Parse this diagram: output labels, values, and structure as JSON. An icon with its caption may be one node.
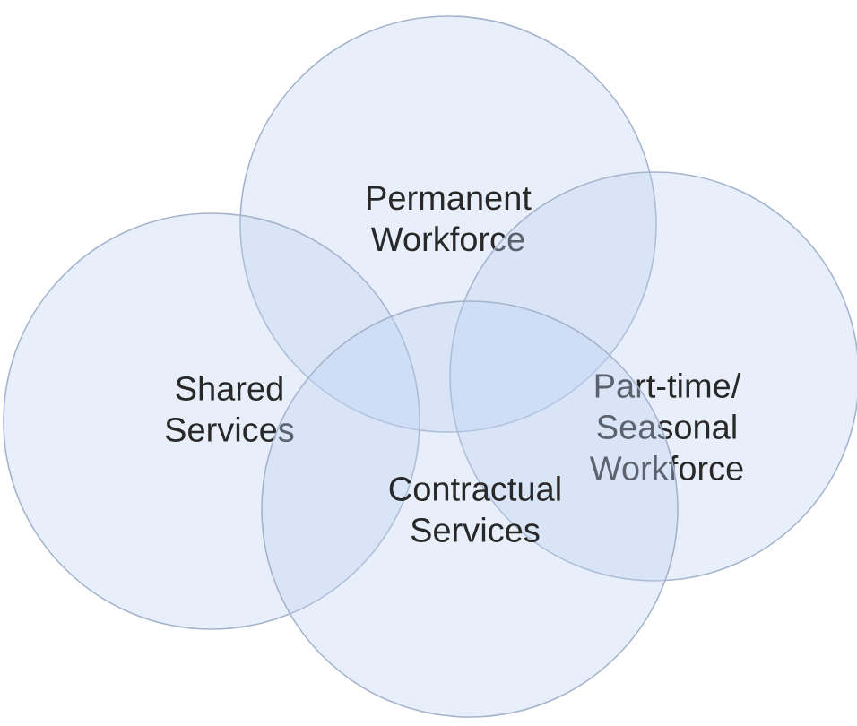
{
  "diagram": {
    "nodes": [
      {
        "text": [
          "Permanent Workforce"
        ]
      },
      {
        "text": [
          "Shared Services"
        ]
      },
      {
        "text": [
          "Part-time/ Seasonal Workforce"
        ]
      },
      {
        "text": [
          "Contractual Services"
        ]
      }
    ]
  }
}
